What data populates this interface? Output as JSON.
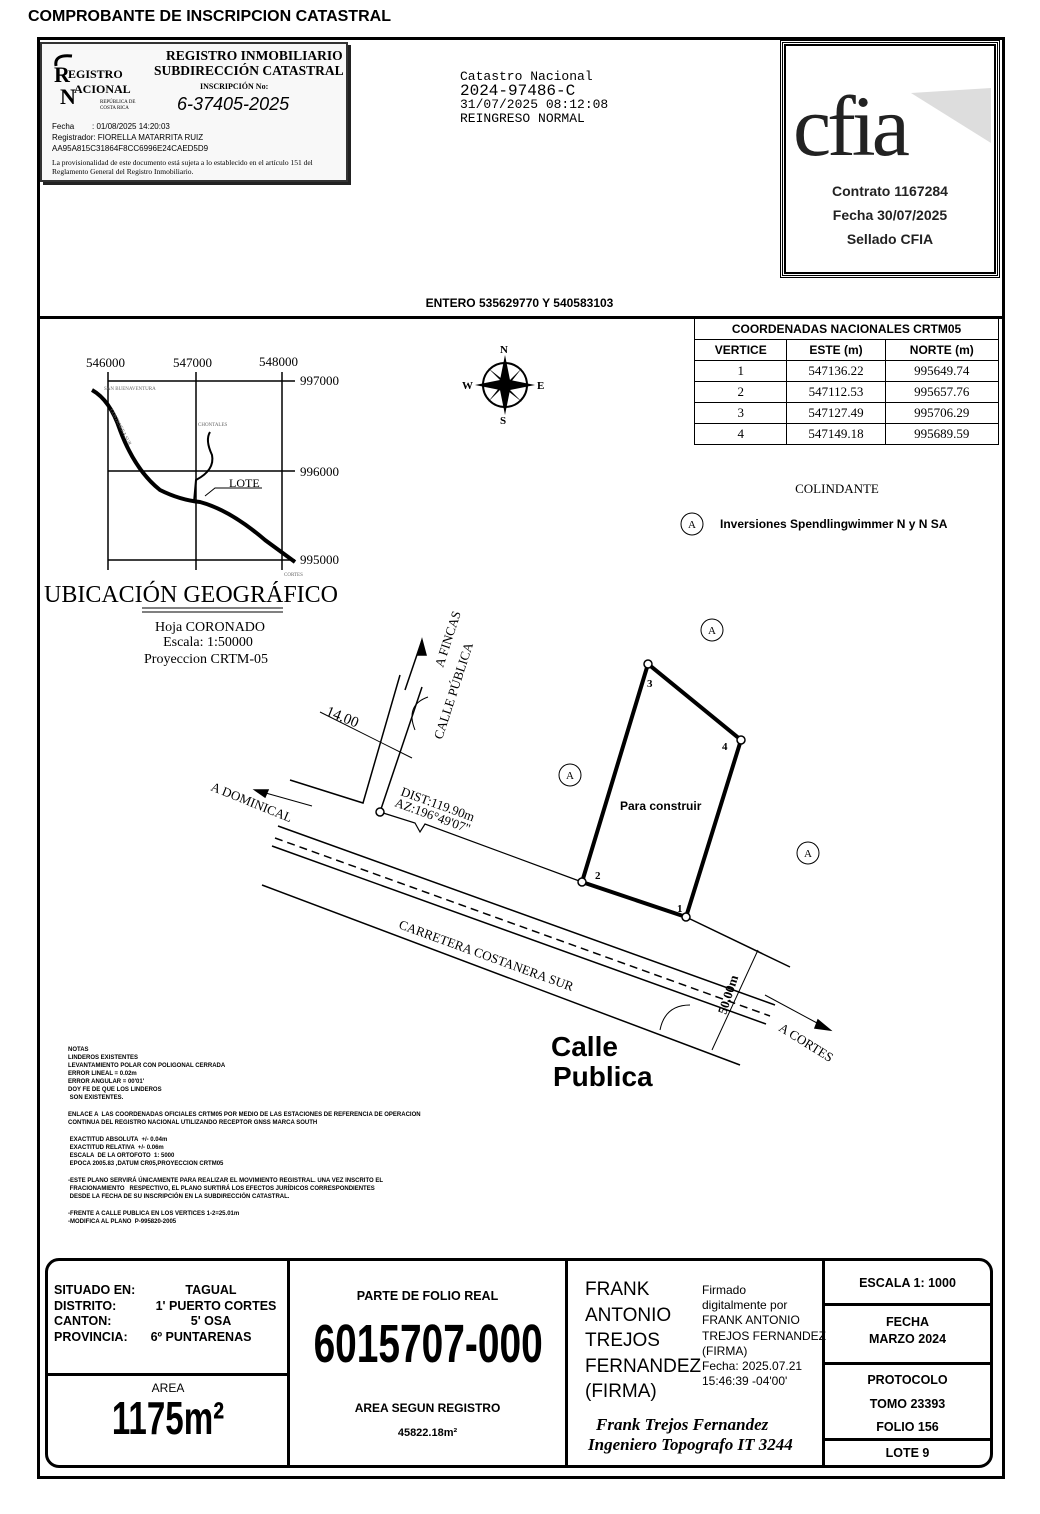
{
  "title": "COMPROBANTE DE INSCRIPCION CATASTRAL",
  "stamp": {
    "logo_text": "REGISTRO NACIONAL",
    "logo_sub": "REPÚBLICA DE COSTA RICA",
    "org": "REGISTRO INMOBILIARIO",
    "dept": "SUBDIRECCIÓN CATASTRAL",
    "inscripcion_label": "INSCRIPCIÓN No:",
    "inscripcion": "6-37405-2025",
    "fecha": "Fecha        : 01/08/2025 14:20:03",
    "registrador": "Registrador: FIORELLA MATARRITA RUIZ",
    "hash": "AA95A815C31864F8CC6996E24CAED5D9",
    "note": "La provisionalidad de este documento está sujeta a lo establecido en el artículo 151 del Reglamento General del Registro Inmobiliario."
  },
  "catastro": {
    "label": "Catastro Nacional",
    "number": "2024-97486-C",
    "datetime": "31/07/2025 08:12:08",
    "status": "REINGRESO NORMAL"
  },
  "cfia": {
    "logo_text": "cfia",
    "contrato": "Contrato 1167284",
    "fecha": "Fecha 30/07/2025",
    "sellado": "Sellado CFIA"
  },
  "entero": "ENTERO 535629770 Y 540583103",
  "coords": {
    "title": "COORDENADAS NACIONALES CRTM05",
    "headers": [
      "VERTICE",
      "ESTE (m)",
      "NORTE (m)"
    ],
    "rows": [
      [
        "1",
        "547136.22",
        "995649.74"
      ],
      [
        "2",
        "547112.53",
        "995657.76"
      ],
      [
        "3",
        "547127.49",
        "995706.29"
      ],
      [
        "4",
        "547149.18",
        "995689.59"
      ]
    ]
  },
  "compass": {
    "n": "N",
    "s": "S",
    "e": "E",
    "w": "W"
  },
  "map": {
    "x_ticks": [
      "546000",
      "547000",
      "548000"
    ],
    "y_ticks": [
      "997000",
      "996000",
      "995000"
    ],
    "labels": {
      "san_buenaventura": "SAN BUENAVENTURA",
      "costanera": "COSTANERA SUR",
      "chontales": "CHONTALES",
      "cortes": "CORTES",
      "lote": "LOTE"
    },
    "title": "UBICACIÓN GEOGRÁFICO",
    "hoja": "Hoja CORONADO",
    "escala": "Escala: 1:50000",
    "proyeccion": "Proyeccion CRTM-05"
  },
  "colindante": {
    "label": "COLINDANTE",
    "key": "A",
    "name": "Inversiones Spendlingwimmer N y N SA"
  },
  "plan": {
    "a_fincas": "A FINCAS",
    "calle_publica_v": "CALLE PÚBLICA",
    "width": "14.00",
    "a_dominical": "A DOMINICAL",
    "dist": "DIST:119.90m",
    "az": "AZ:196°49'07\"",
    "road": "CARRETERA COSTANERA SUR",
    "road_width": "50.00m",
    "a_cortes": "A CORTES",
    "calle": "Calle",
    "publica": "Publica",
    "lot_label": "Para construir",
    "vertices": [
      "1",
      "2",
      "3",
      "4"
    ],
    "neighbor": "A"
  },
  "notes": [
    "NOTAS",
    "LINDEROS EXISTENTES",
    "LEVANTAMIENTO POLAR CON POLIGONAL CERRADA",
    "ERROR LINEAL = 0.02m",
    "ERROR ANGULAR = 00'01'",
    "DOY FE DE QUE LOS LINDEROS",
    " SON EXISTENTES.",
    "",
    "ENLACE A  LAS COORDENADAS OFICIALES CRTM05 POR MEDIO DE LAS ESTACIONES DE REFERENCIA DE OPERACION",
    "CONTINUA DEL REGISTRO NACIONAL UTILIZANDO RECEPTOR GNSS MARCA SOUTH",
    "",
    " EXACTITUD ABSOLUTA  +/- 0.04m",
    " EXACTITUD RELATIVA  +/- 0.06m",
    " ESCALA  DE LA ORTOFOTO  1: 5000",
    " EPOCA 2005.83 ,DATUM CR05,PROYECCION CRTM05",
    "",
    "-ESTE PLANO SERVIRÁ ÚNICAMENTE PARA REALIZAR EL MOVIMIENTO REGISTRAL. UNA VEZ INSCRITO EL",
    " FRACIONAMIENTO   RESPECTIVO, EL PLANO SURTIRÁ LOS EFECTOS JURÍDICOS CORRESPONDIENTES",
    " DESDE LA FECHA DE SU INSCRIPCIÓN EN LA SUBDIRECCIÓN CATASTRAL.",
    "",
    "-FRENTE A CALLE PUBLICA EN LOS VERTICES 1-2=25.01m",
    "-MODIFICA AL PLANO  P-995820-2005"
  ],
  "footer": {
    "location": [
      [
        "SITUADO EN:",
        "TAGUAL"
      ],
      [
        "DISTRITO:",
        "1' PUERTO CORTES"
      ],
      [
        "CANTON:",
        "5' OSA"
      ],
      [
        "PROVINCIA:",
        "6º PUNTARENAS"
      ]
    ],
    "area_label": "AREA",
    "area": "1175m²",
    "folio_label": "PARTE DE FOLIO REAL",
    "folio": "6015707-000",
    "area_registro_label": "AREA SEGUN REGISTRO",
    "area_registro": "45822.18m²",
    "signer": [
      "FRANK",
      "ANTONIO",
      "TREJOS",
      "FERNANDEZ",
      "(FIRMA)"
    ],
    "signature_info": [
      "Firmado",
      "digitalmente por",
      "FRANK ANTONIO",
      "TREJOS FERNANDEZ",
      "(FIRMA)",
      "Fecha: 2025.07.21",
      "15:46:39 -04'00'"
    ],
    "handwritten": [
      "Frank Trejos Fernandez",
      "Ingeniero Topografo IT 3244"
    ],
    "escala": "ESCALA 1: 1000",
    "fecha_label": "FECHA",
    "fecha": "MARZO 2024",
    "protocolo": "PROTOCOLO",
    "tomo": "TOMO 23393",
    "folio_n": "FOLIO 156",
    "lote": "LOTE 9"
  }
}
